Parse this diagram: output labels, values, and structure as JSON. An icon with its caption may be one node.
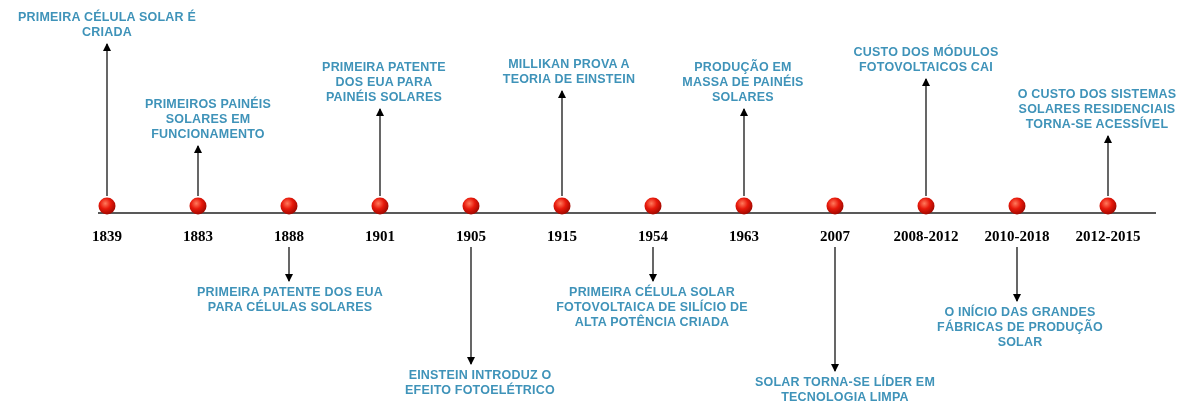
{
  "diagram": {
    "nodes": [
      {
        "text": [],
        "shape": "circle",
        "beside": [
          "1839"
        ]
      },
      {
        "text": [],
        "shape": "circle",
        "beside": [
          "1883"
        ]
      },
      {
        "text": [],
        "shape": "circle",
        "beside": [
          "1888"
        ]
      },
      {
        "text": [],
        "shape": "circle",
        "beside": [
          "1901"
        ]
      },
      {
        "text": [],
        "shape": "circle",
        "beside": [
          "1905"
        ]
      },
      {
        "text": [],
        "shape": "circle",
        "beside": [
          "1915"
        ]
      },
      {
        "text": [],
        "shape": "circle",
        "beside": [
          "1954"
        ]
      },
      {
        "text": [],
        "shape": "circle",
        "beside": [
          "1963"
        ]
      },
      {
        "text": [],
        "shape": "circle",
        "beside": [
          "2007"
        ]
      },
      {
        "text": [],
        "shape": "circle",
        "beside": [
          "2008-2012"
        ]
      },
      {
        "text": [],
        "shape": "circle",
        "beside": [
          "2010-2018"
        ]
      },
      {
        "text": [],
        "shape": "circle",
        "beside": [
          "2012-2015"
        ]
      },
      {
        "text": [
          "PRIMEIRA CÉLULA SOLAR É CRIADA"
        ]
      },
      {
        "text": [
          "PRIMEIROS PAINÉIS SOLARES EM FUNCIONAMENTO"
        ]
      },
      {
        "text": [
          "PRIMEIRA PATENTE DOS EUA PARA CÉLULAS SOLARES"
        ]
      },
      {
        "text": [
          "PRIMEIRA PATENTE DOS EUA PARA PAINÉIS SOLARES"
        ]
      },
      {
        "text": [
          "EINSTEIN INTRODUZ O EFEITO FOTOELÉTRICO"
        ]
      },
      {
        "text": [
          "MILLIKAN PROVA A TEORIA DE EINSTEIN"
        ]
      },
      {
        "text": [
          "PRIMEIRA CÉLULA SOLAR FOTOVOLTAICA DE SILÍCIO DE ALTA POTÊNCIA CRIADA"
        ]
      },
      {
        "text": [
          "PRODUÇÃO EM MASSA DE PAINÉIS SOLARES"
        ]
      },
      {
        "text": [
          "SOLAR TORNA-SE LÍDER EM TECNOLOGIA LIMPA"
        ]
      },
      {
        "text": [
          "CUSTO DOS MÓDULOS FOTOVOLTAICOS CAI"
        ]
      },
      {
        "text": [
          "O INÍCIO DAS GRANDES FÁBRICAS DE PRODUÇÃO SOLAR"
        ]
      },
      {
        "text": [
          "O CUSTO DOS SISTEMAS SOLARES RESIDENCIAIS TORNA-SE ACESSÍVEL"
        ]
      }
    ],
    "edges": [
      {
        "from": 0,
        "to": 12,
        "arrow": "to"
      },
      {
        "from": 1,
        "to": 13,
        "arrow": "to"
      },
      {
        "from": 2,
        "to": 14,
        "arrow": "to"
      },
      {
        "from": 3,
        "to": 15,
        "arrow": "to"
      },
      {
        "from": 4,
        "to": 16,
        "arrow": "to"
      },
      {
        "from": 5,
        "to": 17,
        "arrow": "to"
      },
      {
        "from": 6,
        "to": 18,
        "arrow": "to"
      },
      {
        "from": 7,
        "to": 19,
        "arrow": "to"
      },
      {
        "from": 8,
        "to": 20,
        "arrow": "to"
      },
      {
        "from": 9,
        "to": 21,
        "arrow": "to"
      },
      {
        "from": 10,
        "to": 22,
        "arrow": "to"
      },
      {
        "from": 11,
        "to": 23,
        "arrow": "to"
      }
    ]
  }
}
